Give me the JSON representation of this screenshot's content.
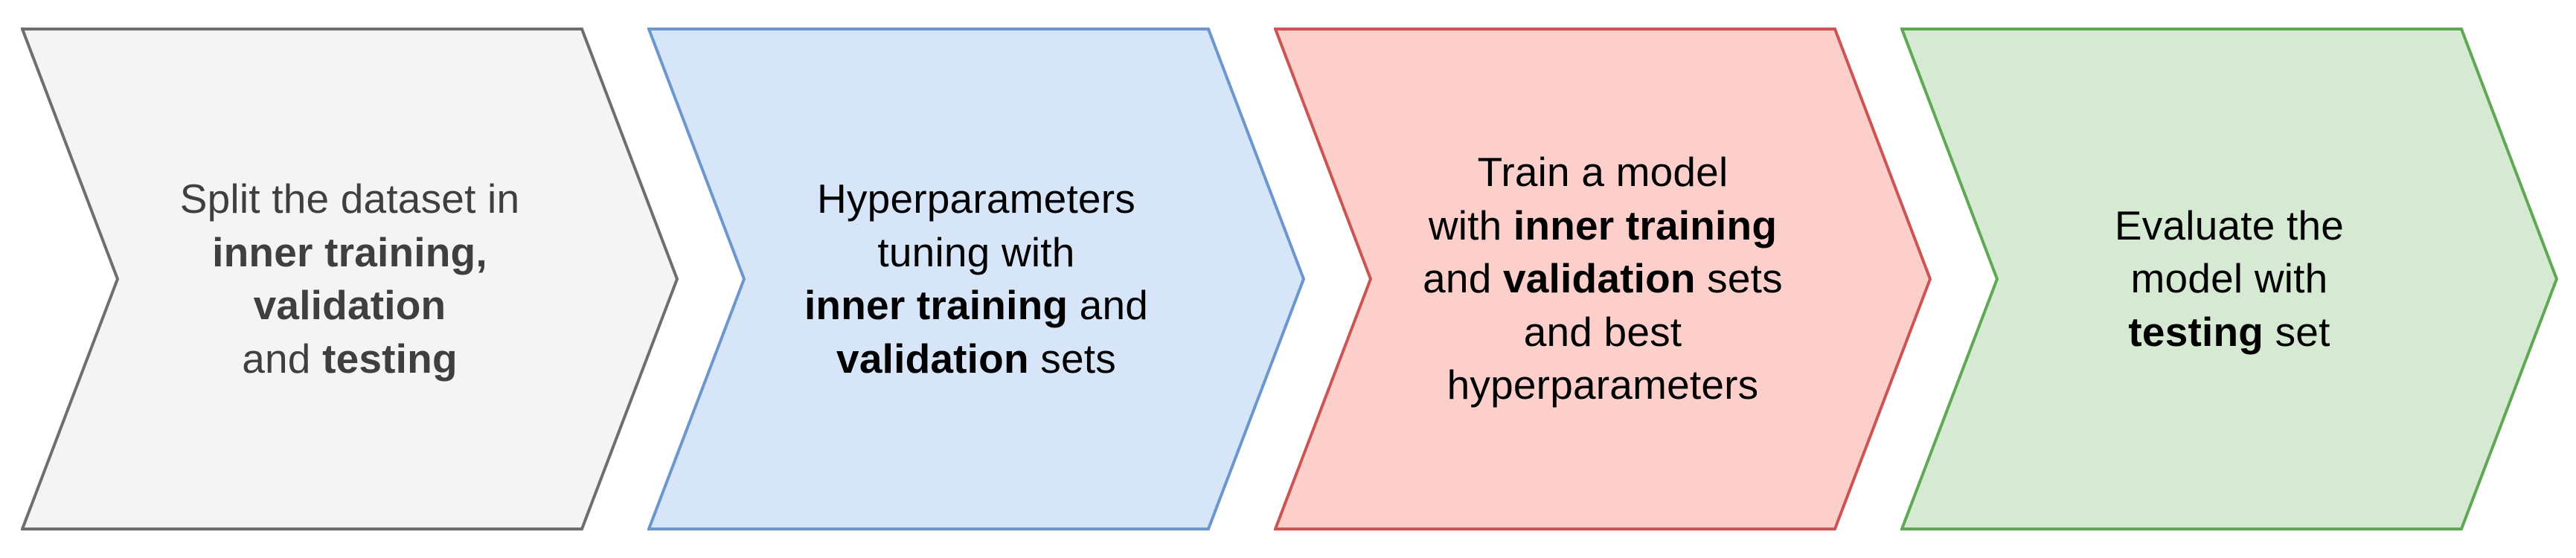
{
  "steps": [
    {
      "name": "split-dataset",
      "fill_color": "#f4f4f4",
      "border_color": "#6e6e6e",
      "text_color": "#3f3f3f",
      "lines": [
        [
          {
            "t": "Split the dataset in",
            "b": false
          }
        ],
        [
          {
            "t": "inner training,",
            "b": true
          }
        ],
        [
          {
            "t": "validation",
            "b": true
          }
        ],
        [
          {
            "t": "and ",
            "b": false
          },
          {
            "t": "testing",
            "b": true
          }
        ]
      ]
    },
    {
      "name": "hyperparameters-tuning",
      "fill_color": "#d7e5f8",
      "border_color": "#6c96cf",
      "text_color": "#000000",
      "lines": [
        [
          {
            "t": "Hyperparameters",
            "b": false
          }
        ],
        [
          {
            "t": "tuning with",
            "b": false
          }
        ],
        [
          {
            "t": "inner training",
            "b": true
          },
          {
            "t": " and",
            "b": false
          }
        ],
        [
          {
            "t": "validation",
            "b": true
          },
          {
            "t": " sets",
            "b": false
          }
        ]
      ]
    },
    {
      "name": "train-model",
      "fill_color": "#fccfcb",
      "border_color": "#cc5553",
      "text_color": "#000000",
      "lines": [
        [
          {
            "t": "Train a model",
            "b": false
          }
        ],
        [
          {
            "t": "with ",
            "b": false
          },
          {
            "t": "inner training",
            "b": true
          }
        ],
        [
          {
            "t": "and ",
            "b": false
          },
          {
            "t": "validation",
            "b": true
          },
          {
            "t": " sets",
            "b": false
          }
        ],
        [
          {
            "t": "and best",
            "b": false
          }
        ],
        [
          {
            "t": "hyperparameters",
            "b": false
          }
        ]
      ]
    },
    {
      "name": "evaluate-model",
      "fill_color": "#d5e9d3",
      "border_color": "#5fa854",
      "text_color": "#000000",
      "lines": [
        [
          {
            "t": "Evaluate the",
            "b": false
          }
        ],
        [
          {
            "t": "model with",
            "b": false
          }
        ],
        [
          {
            "t": "testing",
            "b": true
          },
          {
            "t": " set",
            "b": false
          }
        ]
      ]
    }
  ]
}
